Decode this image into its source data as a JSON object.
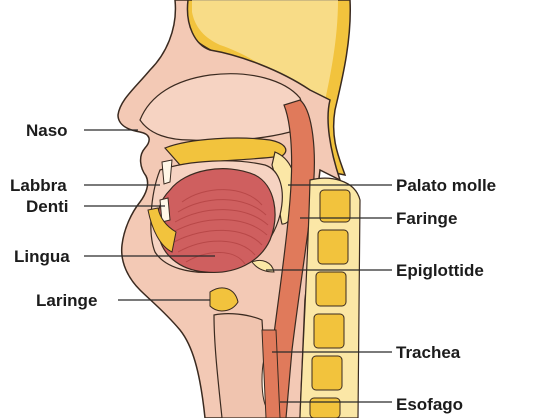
{
  "labels_left": [
    {
      "key": "naso",
      "text": "Naso"
    },
    {
      "key": "labbra",
      "text": "Labbra"
    },
    {
      "key": "denti",
      "text": "Denti"
    },
    {
      "key": "lingua",
      "text": "Lingua"
    },
    {
      "key": "laringe",
      "text": "Laringe"
    }
  ],
  "labels_right": [
    {
      "key": "palato_molle",
      "text": "Palato molle"
    },
    {
      "key": "faringe",
      "text": "Faringe"
    },
    {
      "key": "epiglottide",
      "text": "Epiglottide"
    },
    {
      "key": "trachea",
      "text": "Trachea"
    },
    {
      "key": "esofago",
      "text": "Esofago"
    }
  ],
  "colors": {
    "skin": "#f3c9b5",
    "skin_dark": "#e3a98e",
    "bone": "#f2c33d",
    "bone_light": "#fbe7a6",
    "cavity": "#f6d3c2",
    "tongue": "#cf5f5f",
    "tongue_lines": "#b84848",
    "pharynx_wall": "#e07a5b",
    "tooth": "#fff7e8",
    "outline": "#3a2a20"
  }
}
